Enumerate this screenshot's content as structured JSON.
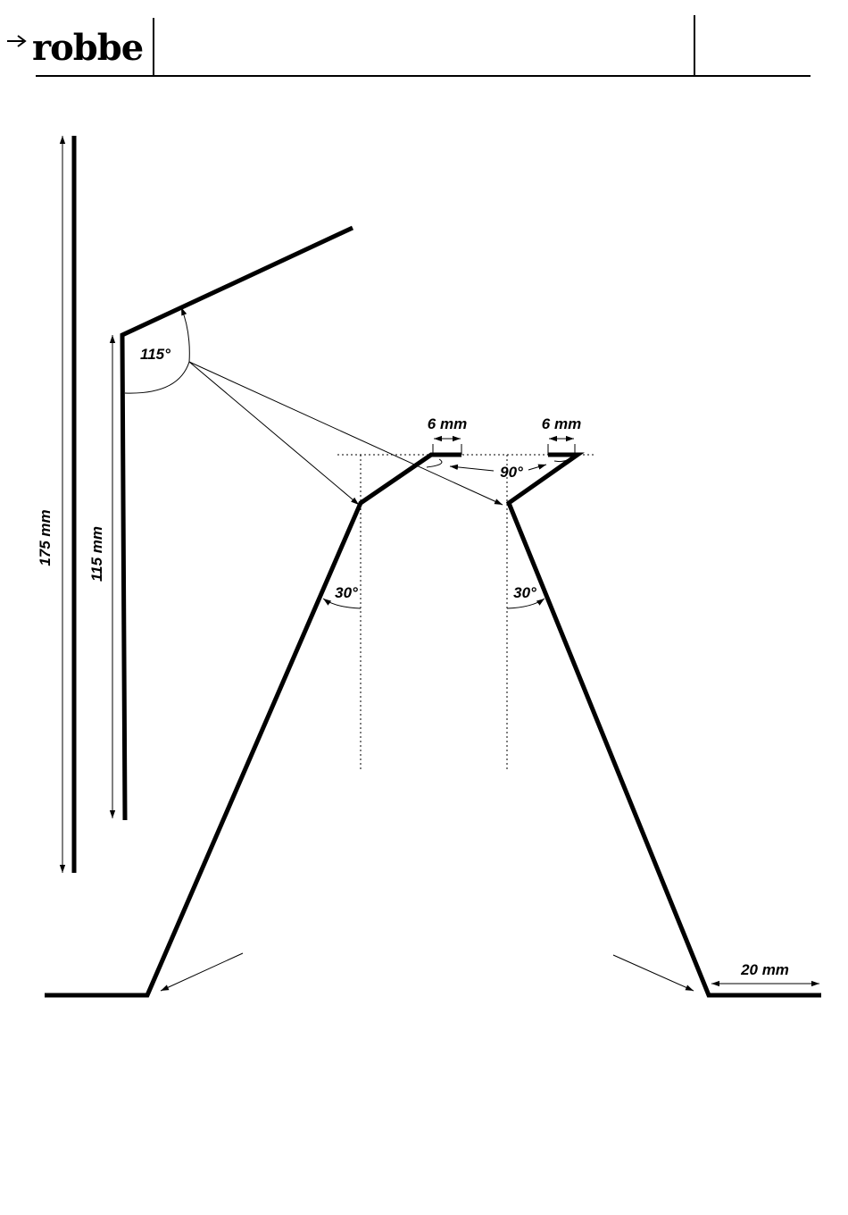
{
  "header": {
    "logo_text": "robbe"
  },
  "dimensions": {
    "total_length": "175 mm",
    "lower_length": "115 mm",
    "bend_angle": "115°",
    "tab_left": "6 mm",
    "tab_right": "6 mm",
    "tab_angle": "90°",
    "leg_angle_left": "30°",
    "leg_angle_right": "30°",
    "foot_length": "20 mm"
  }
}
